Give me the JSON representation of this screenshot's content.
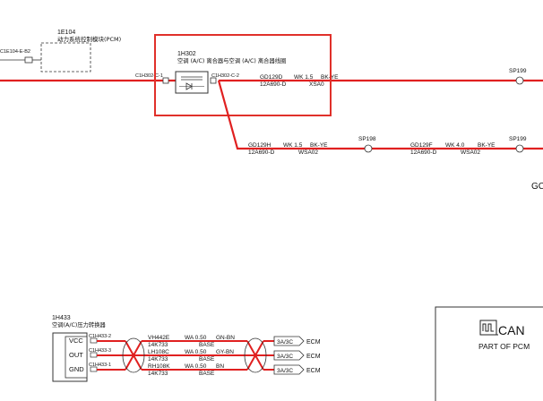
{
  "pcm": {
    "id": "1E104",
    "name": "动力系统控制模块(PCM)",
    "connector": "C1E104-E-B2"
  },
  "ac_clutch_relay": {
    "id": "1H302",
    "name": "空调 (A/C) 离合器与空调 (A/C) 离合器线圈",
    "pin_in": "C1H302-C-1",
    "pin_out": "C1H302-C-2"
  },
  "wire_top": {
    "code": "GD129D",
    "size": "WK 1.5",
    "color": "BK-YE",
    "harness": "12A690-D",
    "extra": "XSA0"
  },
  "wire_mid_left": {
    "code": "GD129H",
    "size": "WK 1.5",
    "color": "BK-YE",
    "harness": "12A690-D",
    "extra": "WSA02"
  },
  "wire_mid_right": {
    "code": "GD129F",
    "size": "WK 4.0",
    "color": "BK-YE",
    "harness": "12A690-D",
    "extra": "WSA02"
  },
  "splices": {
    "top": "SP199",
    "mid_left": "SP198",
    "mid_right": "SP199"
  },
  "edge_text": "GC",
  "pressure_sensor": {
    "id": "1H433",
    "name": "空调(A/C)压力转换器",
    "pins": [
      {
        "label": "VCC",
        "connector": "C1H433-2"
      },
      {
        "label": "OUT",
        "connector": "C1H433-3"
      },
      {
        "label": "GND",
        "connector": "C1H433-1"
      }
    ]
  },
  "sensor_wires": [
    {
      "code": "VH442E",
      "size": "WA 0.50",
      "color": "GN-BN",
      "harness": "14K733",
      "base": "BASE"
    },
    {
      "code": "LH108C",
      "size": "WA 0.50",
      "color": "GY-BN",
      "harness": "14K733",
      "base": "BASE"
    },
    {
      "code": "RH108K",
      "size": "WA 0.50",
      "color": "BN",
      "harness": "14K733",
      "base": "BASE"
    }
  ],
  "ecm_terms": [
    {
      "pin": "3A/3C",
      "target": "ECM"
    },
    {
      "pin": "3A/3C",
      "target": "ECM"
    },
    {
      "pin": "3A/3C",
      "target": "ECM"
    }
  ],
  "can_box": {
    "logo": "CAN",
    "caption": "PART OF PCM"
  },
  "colors": {
    "wire": "#e02020",
    "highlight": "#e0302a",
    "ink": "#111111"
  }
}
